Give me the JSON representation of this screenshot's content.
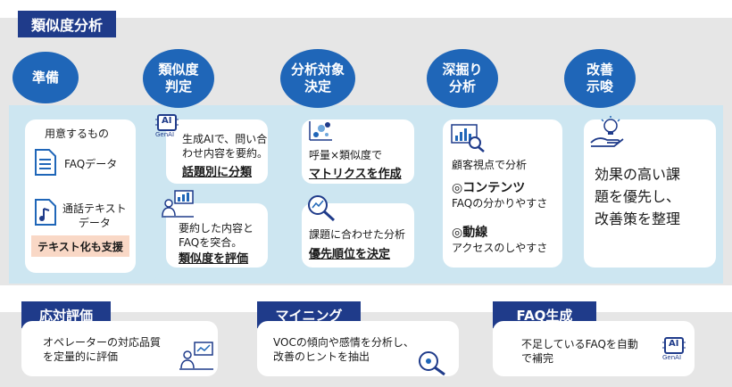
{
  "header": {
    "title": "類似度分析"
  },
  "steps": [
    {
      "label": "準備"
    },
    {
      "label": "類似度\n判定"
    },
    {
      "label": "分析対象\n決定"
    },
    {
      "label": "深掘り\n分析"
    },
    {
      "label": "改善\n示唆"
    }
  ],
  "prep": {
    "heading": "用意するもの",
    "item1": "FAQデータ",
    "item2": "通話テキスト\nデータ",
    "tag": "テキスト化も支援"
  },
  "similarity": {
    "card1_text": "生成AIで、問い合\nわせ内容を要約。",
    "card1_bold": "話題別に分類",
    "card2_text": "要約した内容と\nFAQを突合。",
    "card2_bold": "類似度を評価",
    "ai_label": "AI",
    "genai_label": "GenAI"
  },
  "target": {
    "card1_text": "呼量×類似度で",
    "card1_bold": "マトリクスを作成",
    "card2_text": "課題に合わせた分析",
    "card2_bold": "優先順位を決定"
  },
  "deep": {
    "intro": "顧客視点で分析",
    "h1": "◎コンテンツ",
    "t1": "FAQの分かりやすさ",
    "h2": "◎動線",
    "t2": "アクセスのしやすさ"
  },
  "improve": {
    "text": "効果の高い課\n題を優先し、\n改善策を整理"
  },
  "bottom": [
    {
      "title": "応対評価",
      "text": "オペレーターの対応品質\nを定量的に評価"
    },
    {
      "title": "マイニング",
      "text": "VOCの傾向や感情を分析し、\n改善のヒントを抽出"
    },
    {
      "title": "FAQ生成",
      "text": "不足しているFAQを自動\nで補完"
    }
  ]
}
